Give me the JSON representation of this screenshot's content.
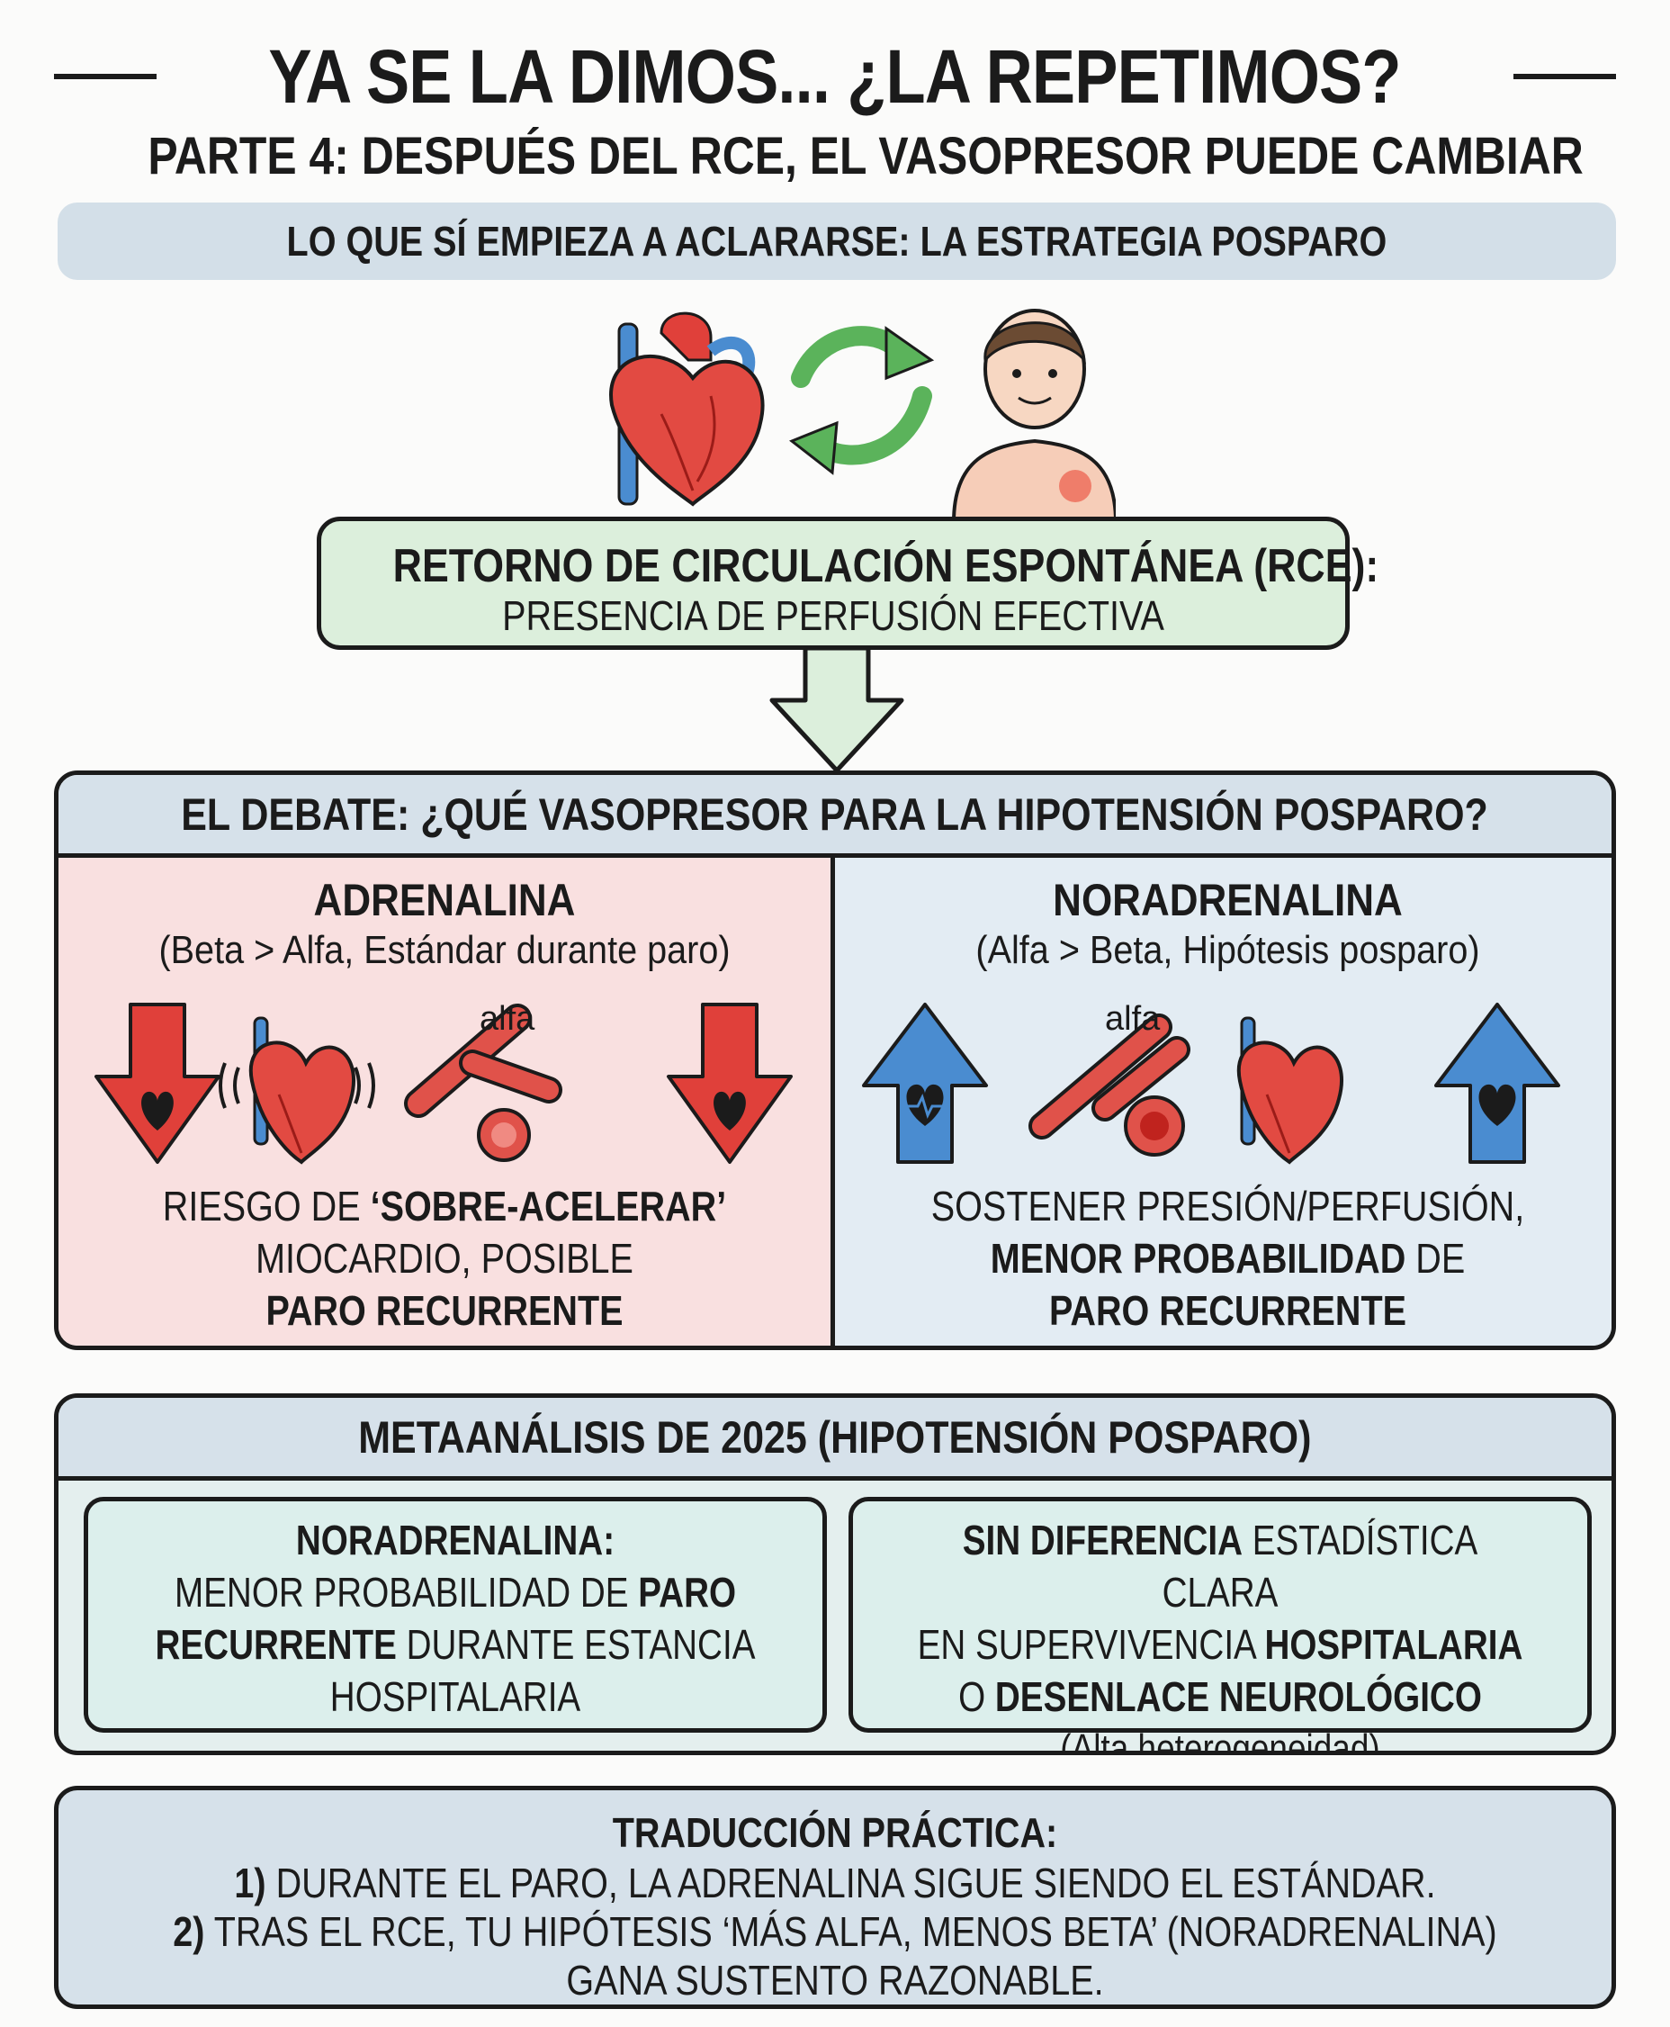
{
  "title": "YA SE LA DIMOS... ¿LA REPETIMOS?",
  "subtitle": "PARTE 4: DESPUÉS DEL RCE, EL VASOPRESOR PUEDE CAMBIAR",
  "banner": "LO QUE SÍ EMPIEZA A ACLARARSE: LA ESTRATEGIA POSPARO",
  "rce": {
    "title": "RETORNO DE CIRCULACIÓN ESPONTÁNEA (RCE):",
    "subtitle": "PRESENCIA DE PERFUSIÓN EFECTIVA"
  },
  "debate": {
    "header": "EL DEBATE: ¿QUÉ VASOPRESOR PARA LA HIPOTENSIÓN POSPARO?",
    "left": {
      "title": "ADRENALINA",
      "paren": "(Beta > Alfa, Estándar durante paro)",
      "alfa_label": "alfa",
      "desc1_pre": "RIESGO DE ",
      "desc1_bold": "‘SOBRE-ACELERAR’",
      "desc2": "MIOCARDIO, POSIBLE",
      "desc3_bold": "PARO RECURRENTE"
    },
    "right": {
      "title": "NORADRENALINA",
      "paren": "(Alfa > Beta, Hipótesis posparo)",
      "alfa_label": "alfa",
      "desc1": "SOSTENER PRESIÓN/PERFUSIÓN,",
      "desc2_bold": "MENOR PROBABILIDAD",
      "desc2_post": " DE",
      "desc3_bold": "PARO RECURRENTE"
    }
  },
  "meta": {
    "header": "METAANÁLISIS DE 2025 (HIPOTENSIÓN POSPARO)",
    "left": {
      "l1_bold": "NORADRENALINA:",
      "l2_pre": "MENOR PROBABILIDAD DE ",
      "l2_bold": "PARO",
      "l3_bold": "RECURRENTE",
      "l3_post": " DURANTE ESTANCIA",
      "l4": "HOSPITALARIA"
    },
    "right": {
      "l1_bold": "SIN DIFERENCIA",
      "l1_post": " ESTADÍSTICA CLARA",
      "l2_pre": "EN SUPERVIVENCIA ",
      "l2_bold": "HOSPITALARIA",
      "l3_pre": "O ",
      "l3_bold": "DESENLACE NEUROLÓGICO",
      "l4": "(Alta heterogeneidad)"
    }
  },
  "practical": {
    "title": "TRADUCCIÓN PRÁCTICA:",
    "l1_num": "1)",
    "l1": " DURANTE EL PARO, LA ADRENALINA SIGUE SIENDO EL ESTÁNDAR.",
    "l2_num": "2)",
    "l2": " TRAS EL RCE, TU HIPÓTESIS ‘MÁS ALFA, MENOS BETA’ (NORADRENALINA)",
    "l3": "GANA SUSTENTO RAZONABLE."
  },
  "colors": {
    "red": "#e0403a",
    "blue": "#4a8cd0",
    "green": "#5bb35b",
    "rce_fill": "#dcefdc"
  }
}
